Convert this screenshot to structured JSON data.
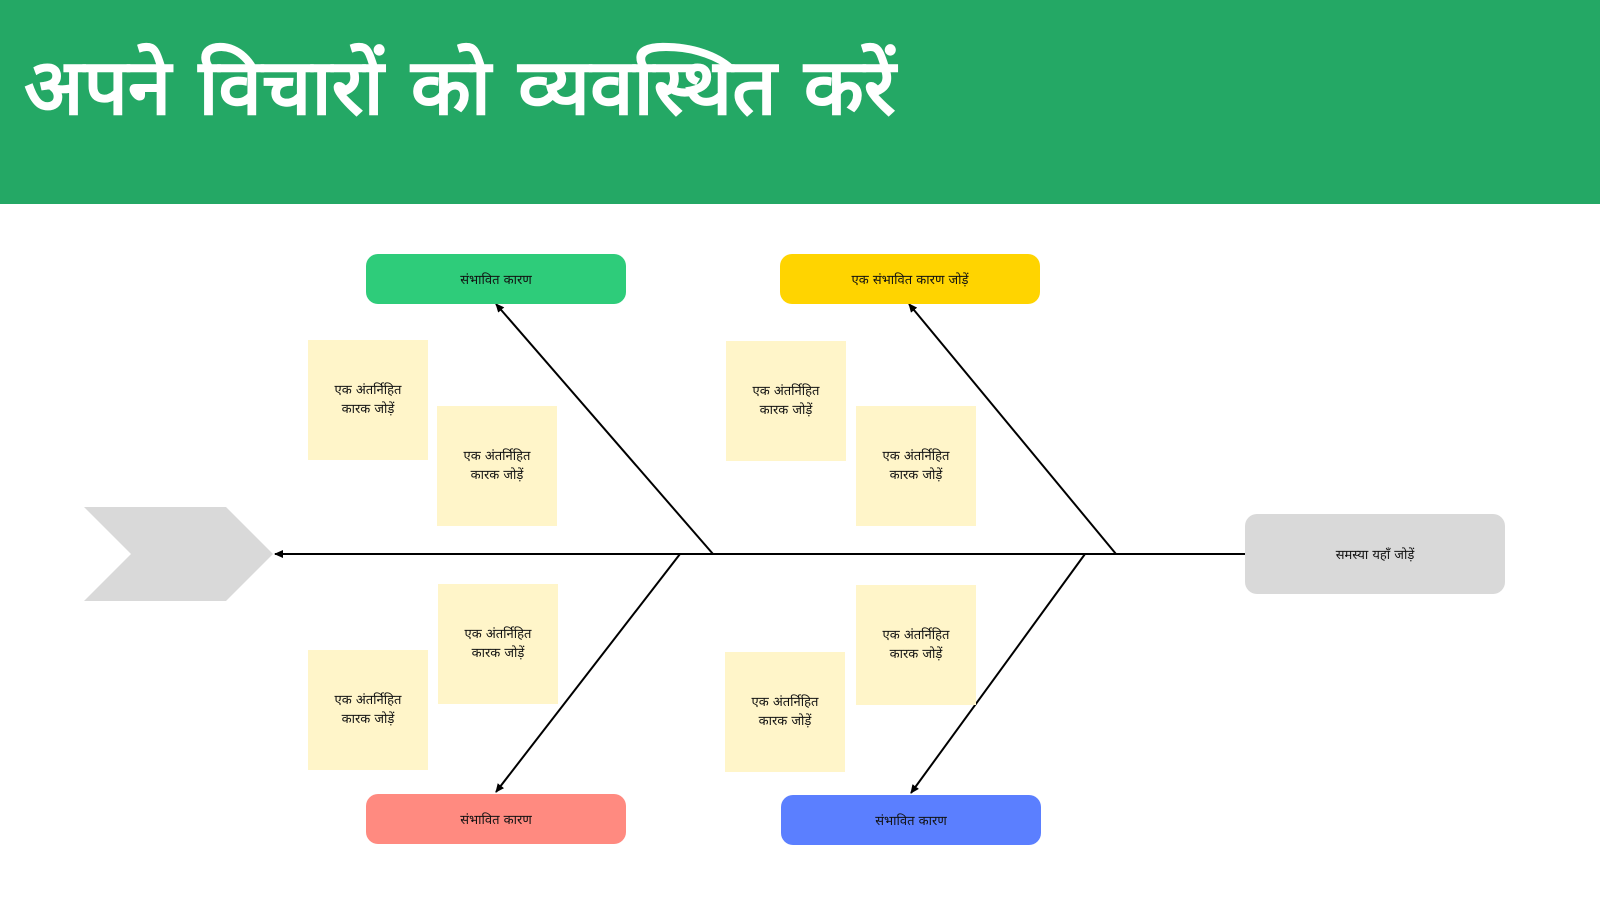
{
  "banner": {
    "title": "अपने विचारों को व्यवस्थित करें",
    "color": "#24a865"
  },
  "problem": {
    "label": "समस्या यहाँ जोड़ें",
    "color": "#d9d9d9"
  },
  "head_shape": {
    "icon": "chevron-arrow-icon",
    "color": "#d9d9d9"
  },
  "causes": [
    {
      "label": "संभावित कारण",
      "color": "#2ecc7a"
    },
    {
      "label": "एक संभावित कारण जोड़ें",
      "color": "#ffd400"
    },
    {
      "label": "संभावित कारण",
      "color": "#ff8a80"
    },
    {
      "label": "संभावित कारण",
      "color": "#5b7fff"
    }
  ],
  "factors": [
    {
      "label": "एक अंतर्निहित कारक जोड़ें"
    },
    {
      "label": "एक अंतर्निहित कारक जोड़ें"
    },
    {
      "label": "एक अंतर्निहित कारक जोड़ें"
    },
    {
      "label": "एक अंतर्निहित कारक जोड़ें"
    },
    {
      "label": "एक अंतर्निहित कारक जोड़ें"
    },
    {
      "label": "एक अंतर्निहित कारक जोड़ें"
    },
    {
      "label": "एक अंतर्निहित कारक जोड़ें"
    },
    {
      "label": "एक अंतर्निहित कारक जोड़ें"
    }
  ],
  "sticky_color": "#fff5c9"
}
